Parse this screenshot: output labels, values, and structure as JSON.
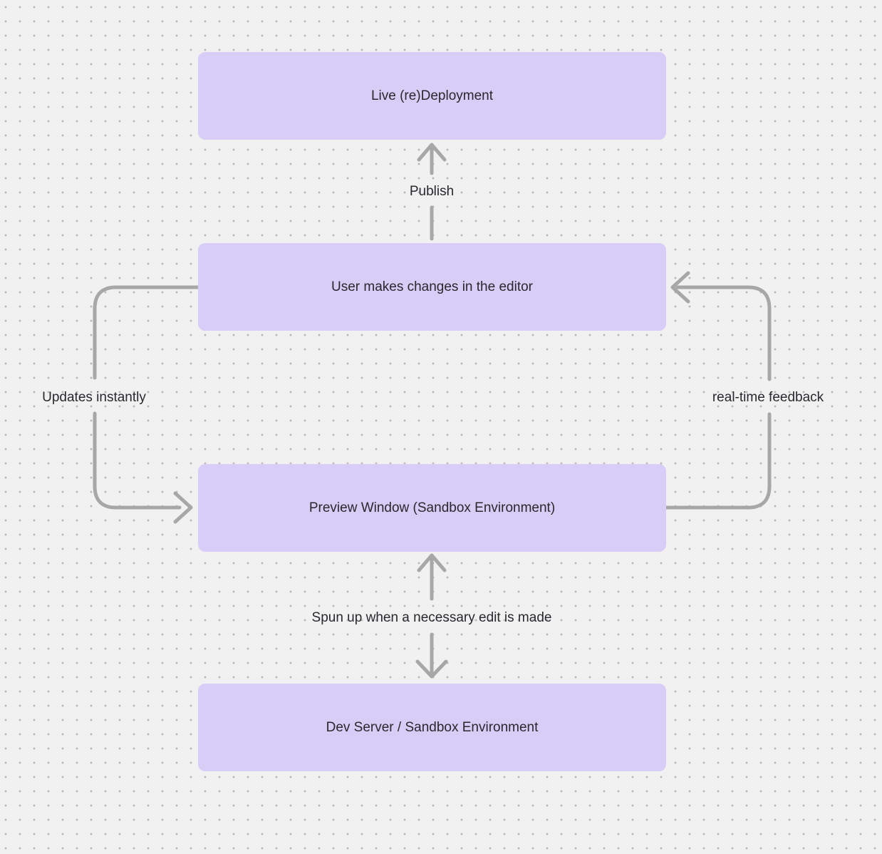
{
  "diagram": {
    "nodes": [
      {
        "id": "live-redeployment",
        "label": "Live (re)Deployment"
      },
      {
        "id": "user-changes",
        "label": "User makes changes in the editor"
      },
      {
        "id": "preview-window",
        "label": "Preview Window (Sandbox Environment)"
      },
      {
        "id": "dev-server",
        "label": "Dev Server / Sandbox Environment"
      }
    ],
    "edges": [
      {
        "label": "Publish",
        "from": "user-changes",
        "to": "live-redeployment",
        "direction": "up"
      },
      {
        "label": "Updates instantly",
        "from": "user-changes",
        "to": "preview-window",
        "direction": "down-left-loop"
      },
      {
        "label": "real-time feedback",
        "from": "preview-window",
        "to": "user-changes",
        "direction": "up-right-loop"
      },
      {
        "label": "Spun up when a necessary edit is made",
        "from": "preview-window",
        "to": "dev-server",
        "direction": "bidirectional"
      }
    ],
    "colors": {
      "canvas_background": "#f2f1f1",
      "grid_dot": "#bcb9b9",
      "node_fill": "#d7cdf6",
      "node_text": "#28282e",
      "arrow": "#a7a7a7",
      "label_text": "#28282e"
    }
  }
}
